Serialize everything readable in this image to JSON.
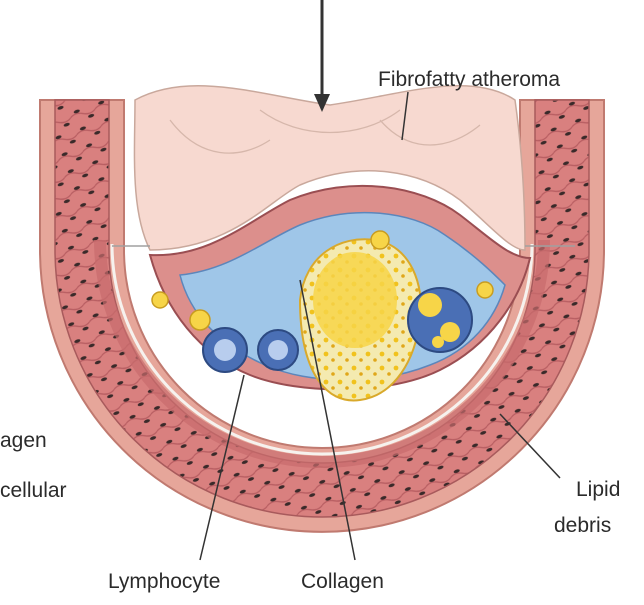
{
  "labels": {
    "fibrofatty": "Fibrofatty atheroma",
    "lipid": "Lipid",
    "debris": "debris",
    "collagen_bottom": "Collagen",
    "lymphocyte": "Lymphocyte",
    "collagen_left": "agen",
    "cellular_left": "cellular"
  },
  "colors": {
    "wall": "#d9807f",
    "wall_outer": "#e6a69a",
    "wall_inner": "#c76b6c",
    "lumen": "#f6e6d8",
    "atheroma": "#f7d9d0",
    "core": "#f7d548",
    "foam_cell": "#4a6fb5",
    "matrix": "#9fc6e8",
    "line": "#333333"
  }
}
